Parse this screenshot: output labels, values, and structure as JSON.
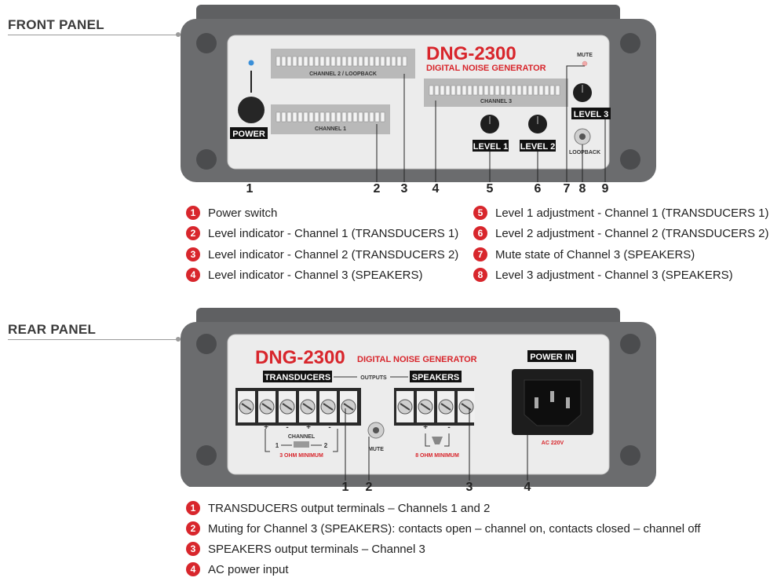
{
  "front": {
    "section_title": "FRONT PANEL",
    "model": "DNG-2300",
    "subtitle": "DIGITAL NOISE GENERATOR",
    "ch2_label": "CHANNEL 2 /  LOOPBACK",
    "ch1_label": "CHANNEL 1",
    "ch3_label": "CHANNEL 3",
    "power_label": "POWER",
    "mute_label": "MUTE",
    "level1_label": "LEVEL 1",
    "level2_label": "LEVEL 2",
    "level3_label": "LEVEL 3",
    "loopback_label": "LOOPBACK",
    "callouts": [
      "1",
      "2",
      "3",
      "4",
      "5",
      "6",
      "7",
      "8",
      "9"
    ],
    "legend": [
      {
        "n": "1",
        "text": "Power switch"
      },
      {
        "n": "2",
        "text": "Level indicator - Channel 1 (TRANSDUCERS 1)"
      },
      {
        "n": "3",
        "text": "Level indicator - Channel 2 (TRANSDUCERS 2)"
      },
      {
        "n": "4",
        "text": "Level indicator - Channel 3 (SPEAKERS)"
      },
      {
        "n": "5",
        "text": "Level 1 adjustment - Channel 1 (TRANSDUCERS 1)"
      },
      {
        "n": "6",
        "text": "Level 2 adjustment - Channel 2 (TRANSDUCERS 2)"
      },
      {
        "n": "7",
        "text": "Mute state of Channel 3 (SPEAKERS)"
      },
      {
        "n": "8",
        "text": "Level 3 adjustment - Channel 3 (SPEAKERS)"
      }
    ]
  },
  "rear": {
    "section_title": "REAR PANEL",
    "model": "DNG-2300",
    "subtitle": "DIGITAL NOISE GENERATOR",
    "transducers_label": "TRANSDUCERS",
    "outputs_label": "OUTPUTS",
    "speakers_label": "SPEAKERS",
    "power_in_label": "POWER IN",
    "channel_label": "CHANNEL",
    "ch_1": "1",
    "ch_2": "2",
    "plus": "+",
    "minus": "-",
    "ohm3_label": "3 OHM MINIMUM",
    "ohm8_label": "8 OHM MINIMUM",
    "mute_label": "MUTE",
    "ac_label": "AC 220V",
    "callouts": [
      "1",
      "2",
      "3",
      "4"
    ],
    "legend": [
      {
        "n": "1",
        "text": "TRANSDUCERS output terminals – Channels 1 and 2"
      },
      {
        "n": "2",
        "text": "Muting for Channel 3 (SPEAKERS): contacts open – channel on, contacts closed – channel off"
      },
      {
        "n": "3",
        "text": "SPEAKERS output terminals – Channel 3"
      },
      {
        "n": "4",
        "text": "AC power input"
      }
    ]
  },
  "colors": {
    "brand_red": "#d8262c",
    "body_gray": "#6f7072",
    "panel_gray": "#ececec",
    "led_blue": "#3a8fd8"
  }
}
